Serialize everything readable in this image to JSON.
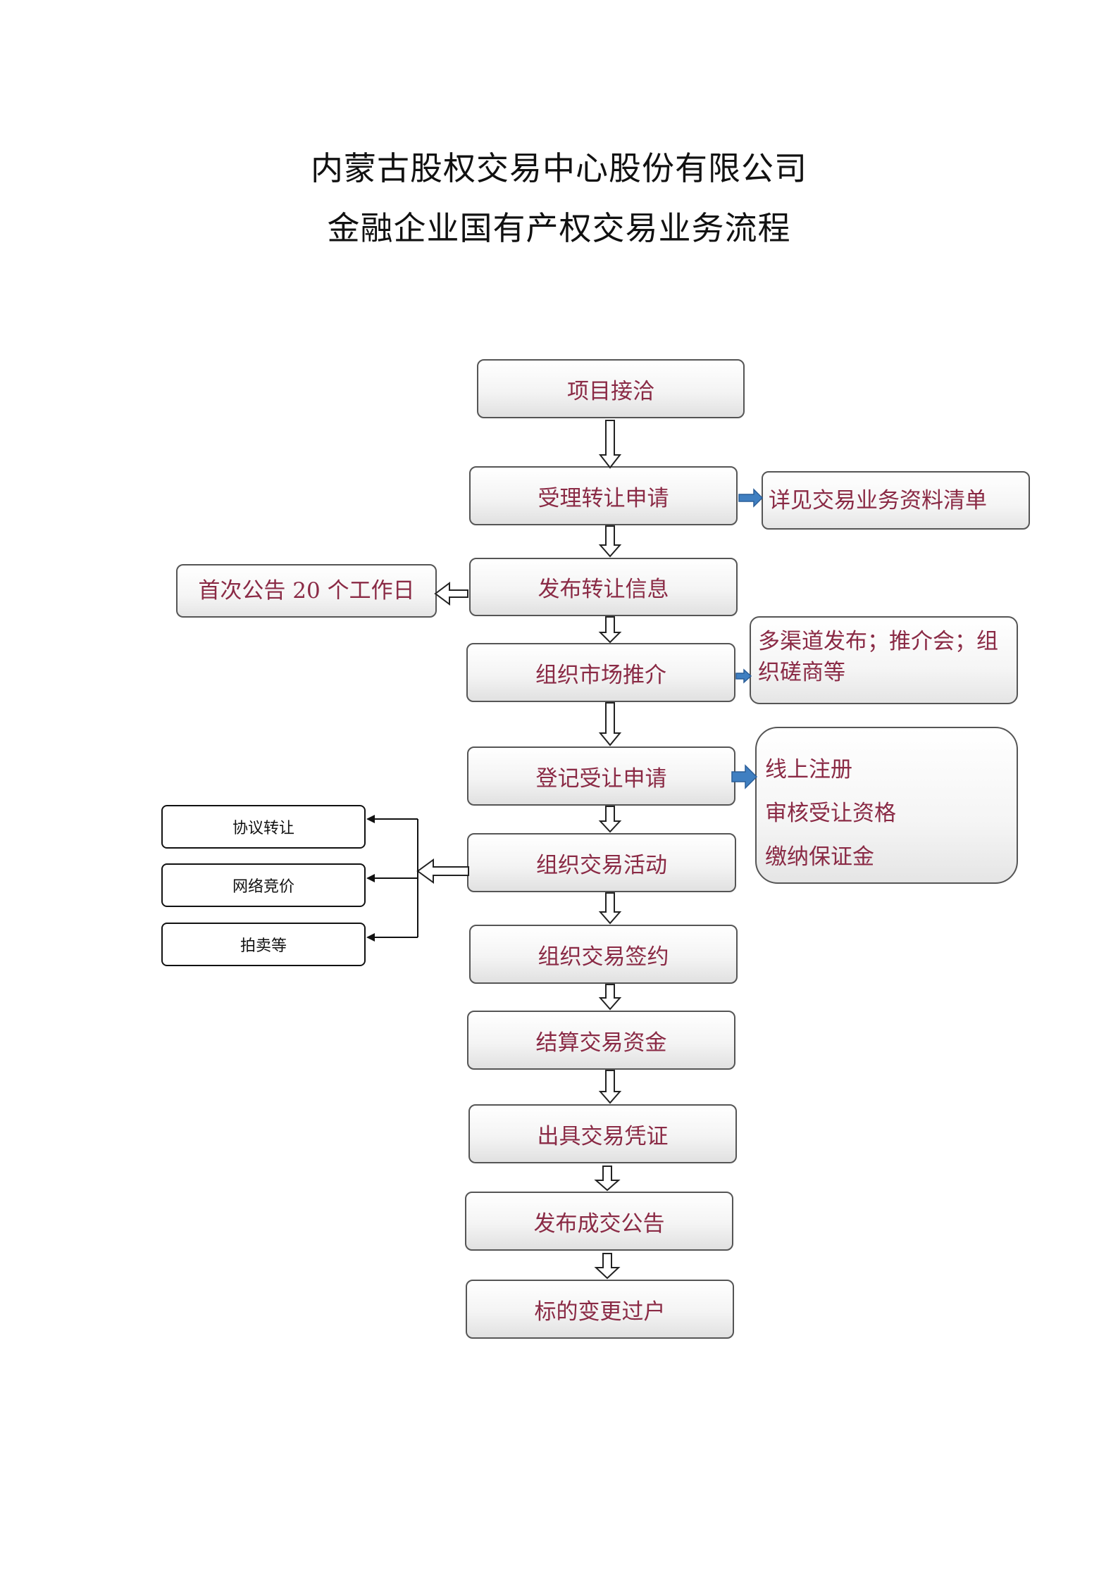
{
  "title": {
    "line1": "内蒙古股权交易中心股份有限公司",
    "line2": "金融企业国有产权交易业务流程"
  },
  "steps": [
    "项目接洽",
    "受理转让申请",
    "发布转让信息",
    "组织市场推介",
    "登记受让申请",
    "组织交易活动",
    "组织交易签约",
    "结算交易资金",
    "出具交易凭证",
    "发布成交公告",
    "标的变更过户"
  ],
  "notes": {
    "materials": "详见交易业务资料清单",
    "first_notice": "首次公告 20 个工作日",
    "promotion": "多渠道发布；推介会；组织磋商等",
    "registration": [
      "线上注册",
      "审核受让资格",
      "缴纳保证金"
    ]
  },
  "methods": [
    "协议转让",
    "网络竞价",
    "拍卖等"
  ],
  "colors": {
    "step_text": "#8a2a45",
    "blue_arrow": "#3f7fc1",
    "border": "#555555"
  }
}
